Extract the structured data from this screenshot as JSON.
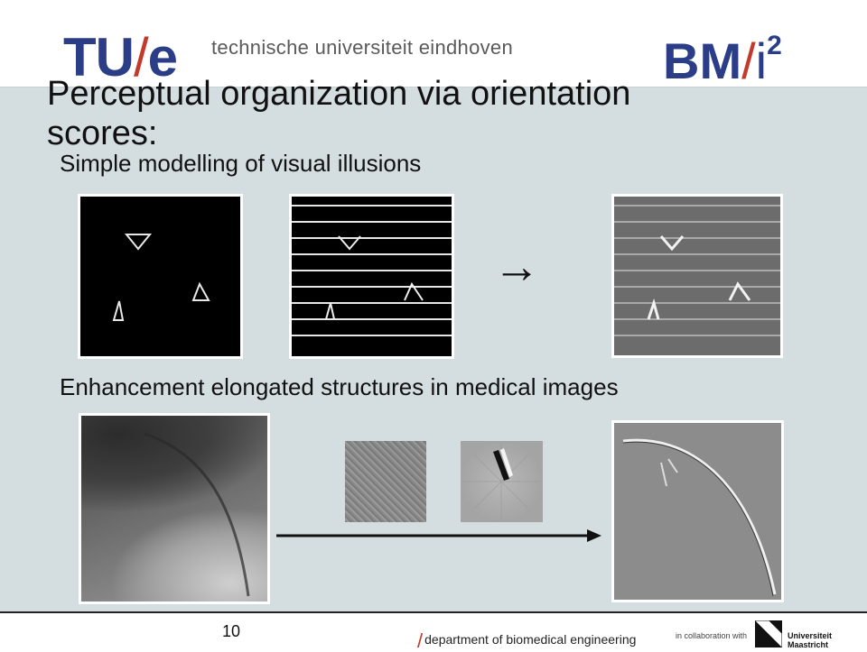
{
  "header": {
    "tue_logo": "TU",
    "tue_logo_slash": "/",
    "tue_logo_e": "e",
    "university_name": "technische universiteit eindhoven",
    "bmi_logo": "BM",
    "bmi_logo_slash": "/",
    "bmi_logo_i": "i",
    "bmi_logo_sup": "2"
  },
  "slide": {
    "title": "Perceptual organization via orientation scores:",
    "section1_heading": "Simple modelling of visual illusions",
    "section2_heading": "Enhancement elongated structures in medical images",
    "arrow_symbol": "→"
  },
  "footer": {
    "page_number": "10",
    "department_slash": "/",
    "department": "department of biomedical engineering",
    "collaboration": "in collaboration with",
    "partner": "Universiteit Maastricht"
  },
  "colors": {
    "panel_bg": "#d4dde0",
    "brand_blue": "#2a3d86",
    "brand_red": "#c33a2c"
  }
}
